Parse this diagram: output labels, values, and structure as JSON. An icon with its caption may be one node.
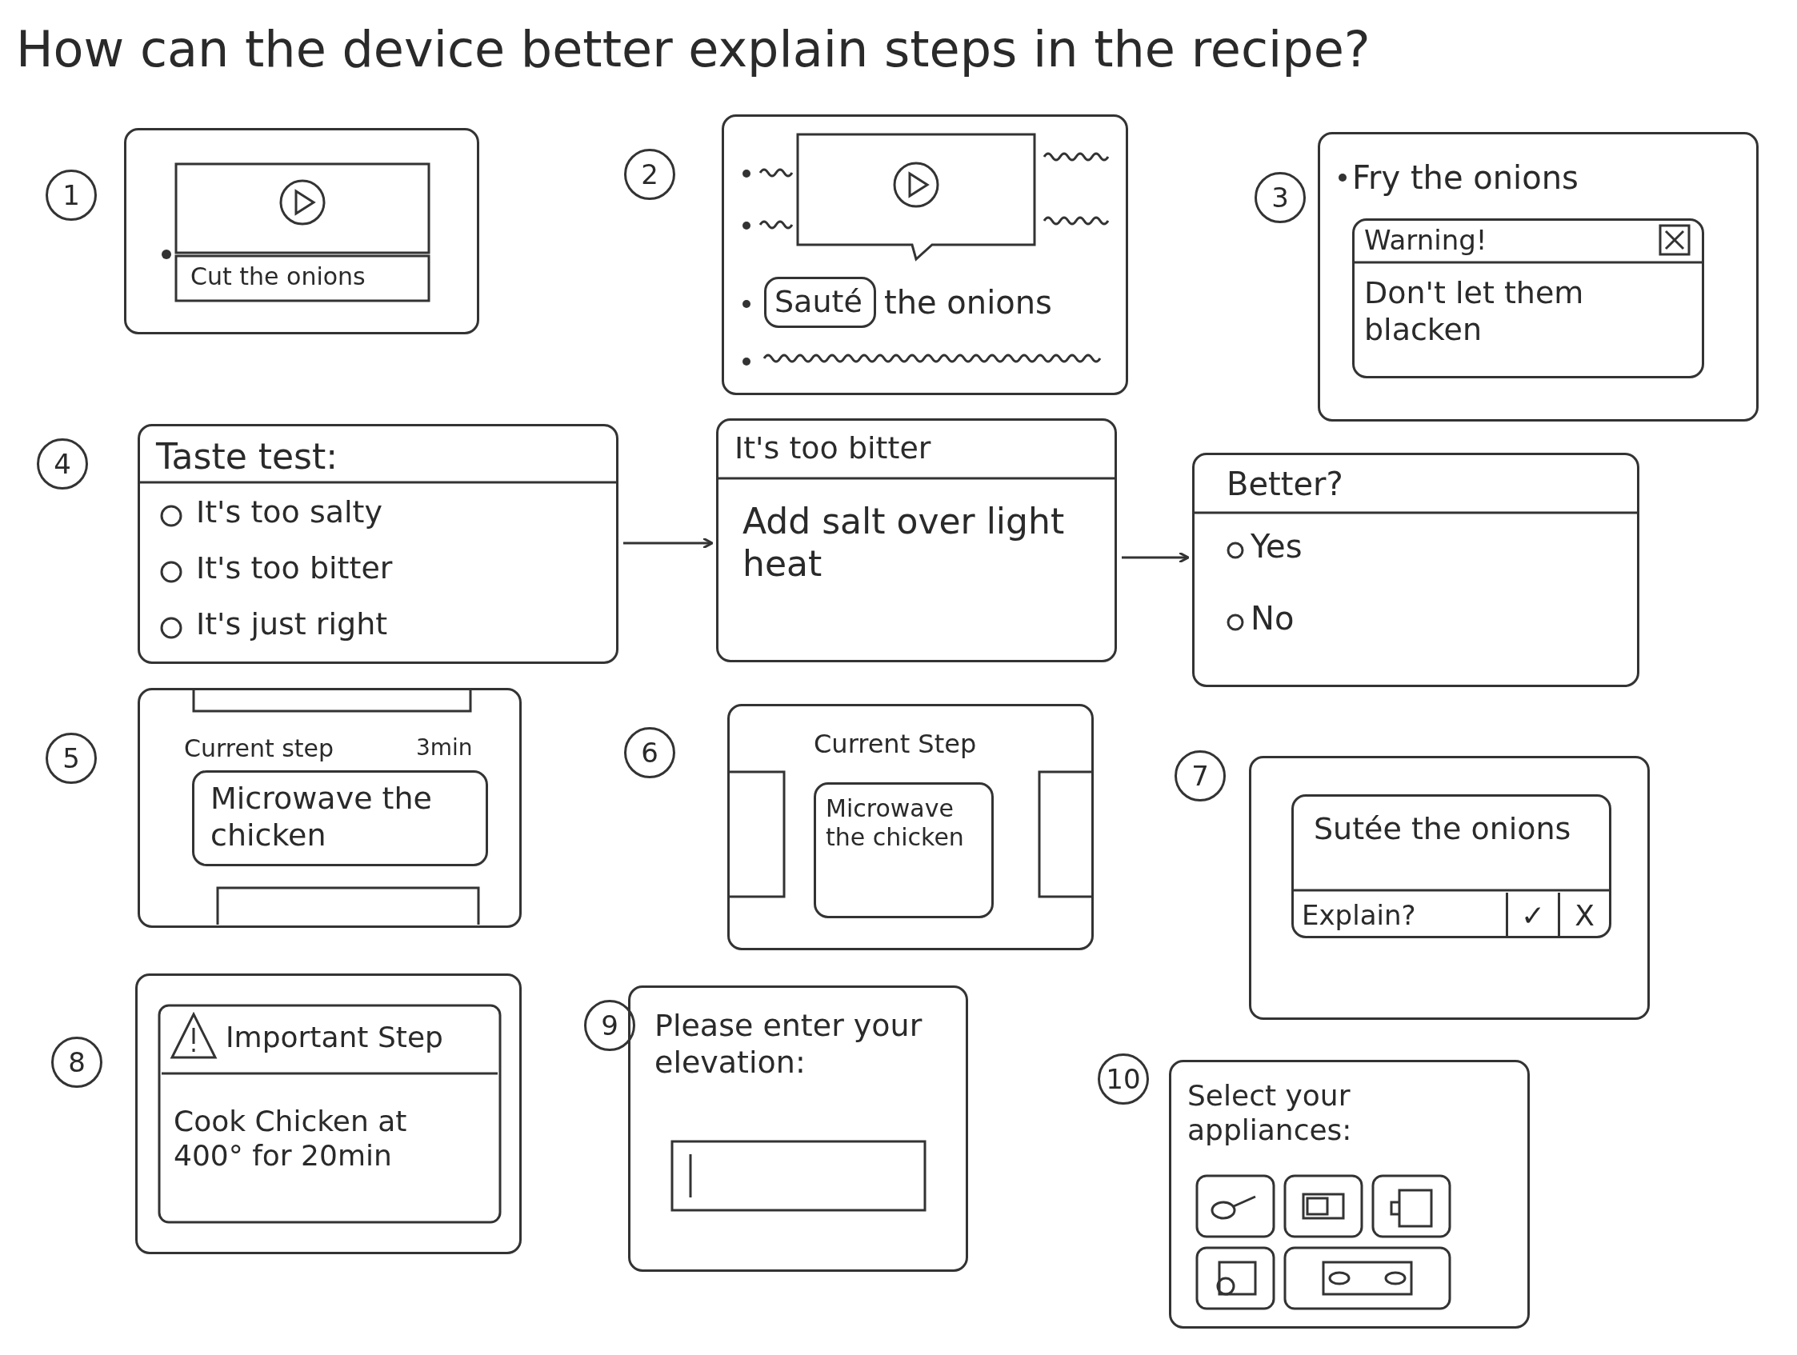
{
  "diagram": {
    "title": "How can the device better explain steps in the recipe?",
    "nodes": [
      {
        "text": [
          "Cut the onions"
        ]
      },
      {
        "text": [
          "the onions"
        ]
      },
      {
        "text": [
          "Sauté"
        ],
        "in": 1
      },
      {
        "text": [
          "Fry the onions"
        ]
      },
      {
        "text": [
          "Warning!",
          "Don't let them blacken"
        ],
        "in": 3
      },
      {
        "text": [
          "Taste test:",
          "It's too salty",
          "It's too bitter",
          "It's just right"
        ]
      },
      {
        "text": [
          "It's too bitter",
          "Add salt over light heat"
        ]
      },
      {
        "text": [
          "Better?",
          "Yes",
          "No"
        ]
      },
      {
        "text": [
          "Current step",
          "3min"
        ]
      },
      {
        "text": [
          "Microwave the chicken"
        ],
        "in": 8
      },
      {
        "text": [
          "Current Step"
        ]
      },
      {
        "text": [
          "Microwave the chicken"
        ],
        "in": 10
      },
      {
        "text": [],
        "shape": "box"
      },
      {
        "text": [
          "Sutée the onions",
          "Explain?",
          "✓",
          "X"
        ],
        "in": 12
      },
      {
        "text": [
          "Important Step",
          "Cook Chicken at 400° for 20min"
        ]
      },
      {
        "text": [
          "Please enter your elevation:"
        ]
      },
      {
        "text": [
          "Select your appliances:"
        ]
      }
    ],
    "edges": [
      {
        "from": 5,
        "to": 6,
        "arrow": "to"
      },
      {
        "from": 6,
        "to": 7,
        "arrow": "to"
      }
    ],
    "labels": [
      "1",
      "2",
      "3",
      "4",
      "5",
      "6",
      "7",
      "8",
      "9",
      "10"
    ]
  }
}
